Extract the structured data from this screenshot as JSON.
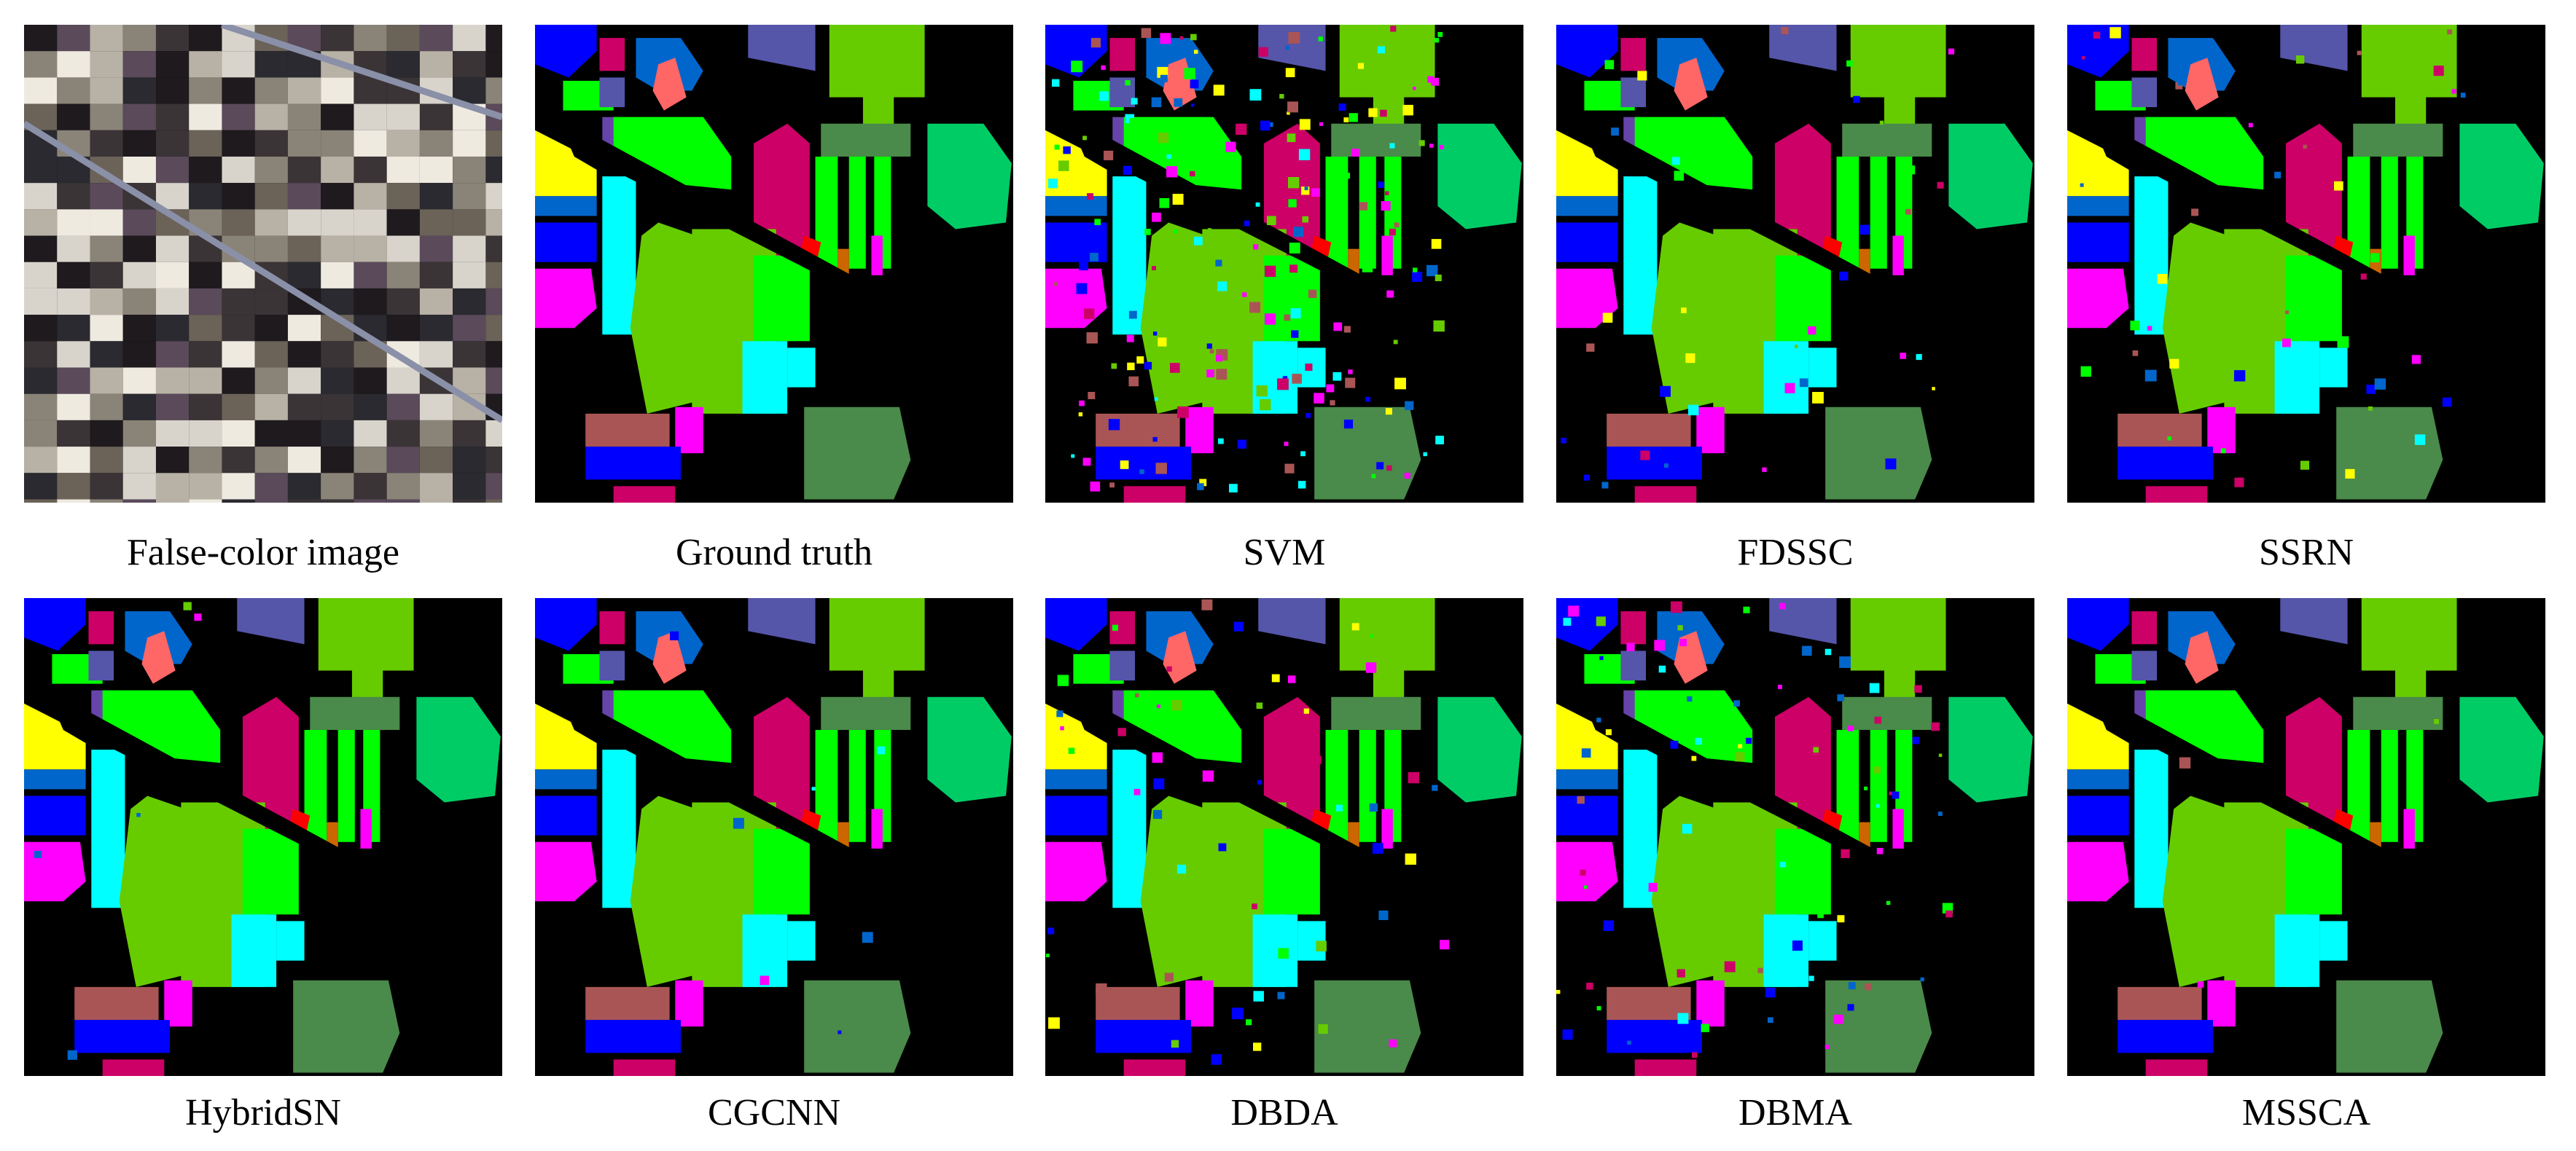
{
  "panels": [
    {
      "caption": "False-color image",
      "kind": "false-color"
    },
    {
      "caption": "Ground truth",
      "kind": "map",
      "noise": 0
    },
    {
      "caption": "SVM",
      "kind": "map",
      "noise": 0.22
    },
    {
      "caption": "FDSSC",
      "kind": "map",
      "noise": 0.04
    },
    {
      "caption": "SSRN",
      "kind": "map",
      "noise": 0.05
    },
    {
      "caption": "HybridSN",
      "kind": "map",
      "noise": 0.005
    },
    {
      "caption": "CGCNN",
      "kind": "map",
      "noise": 0.01
    },
    {
      "caption": "DBDA",
      "kind": "map",
      "noise": 0.06
    },
    {
      "caption": "DBMA",
      "kind": "map",
      "noise": 0.09
    },
    {
      "caption": "MSSCA",
      "kind": "map",
      "noise": 0.003
    }
  ],
  "colors": {
    "background": "#000000",
    "blue": "#0000ff",
    "lime": "#00ff00",
    "yellow_green": "#66cc00",
    "crimson": "#cc0066",
    "cyan": "#00ffff",
    "magenta": "#ff00ff",
    "yellow": "#ffff00",
    "steel_blue": "#0066cc",
    "slate_blue": "#5555aa",
    "sea_green": "#00cc66",
    "fern_green": "#4a8a4a",
    "brown": "#aa5555",
    "salmon": "#ff6666",
    "purple": "#6644aa",
    "red": "#ff0000",
    "orange": "#cc6600"
  }
}
